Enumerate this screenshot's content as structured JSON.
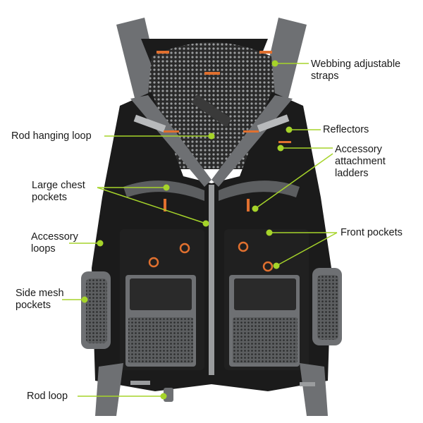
{
  "callouts": {
    "webbing": {
      "line1": "Webbing adjustable",
      "line2": "straps"
    },
    "rod_hanging": {
      "line1": "Rod hanging loop"
    },
    "reflectors": {
      "line1": "Reflectors"
    },
    "ladders": {
      "line1": "Accessory",
      "line2": "attachment",
      "line3": "ladders"
    },
    "chest": {
      "line1": "Large chest",
      "line2": "pockets"
    },
    "front": {
      "line1": "Front pockets"
    },
    "acc_loops": {
      "line1": "Accessory",
      "line2": "loops"
    },
    "side_mesh": {
      "line1": "Side mesh",
      "line2": "pockets"
    },
    "rod_loop": {
      "line1": "Rod loop"
    }
  },
  "colors": {
    "vest_black": "#1b1b1b",
    "strap_gray": "#6e7073",
    "mesh_gray": "#8a8c8e",
    "accent_orange": "#e0702f",
    "callout_dot": "#a6d42a",
    "callout_line": "#a6d42a"
  }
}
